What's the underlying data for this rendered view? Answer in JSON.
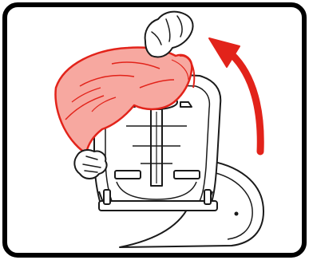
{
  "illustration": {
    "subject": "remove-seat-cover-from-back-of-chair",
    "colors": {
      "frame_border": "#000000",
      "panel_background": "#ffffff",
      "outline": "#1a1a1a",
      "fabric_fill": "#f7a8a0",
      "fabric_stroke": "#e2231a",
      "arrow": "#e2231a"
    },
    "icons": {
      "arrow": "curved-arrow-up-left-icon",
      "hand": "hand-icon",
      "fabric": "seat-cover-fabric",
      "chair": "chair-frame-back"
    }
  }
}
